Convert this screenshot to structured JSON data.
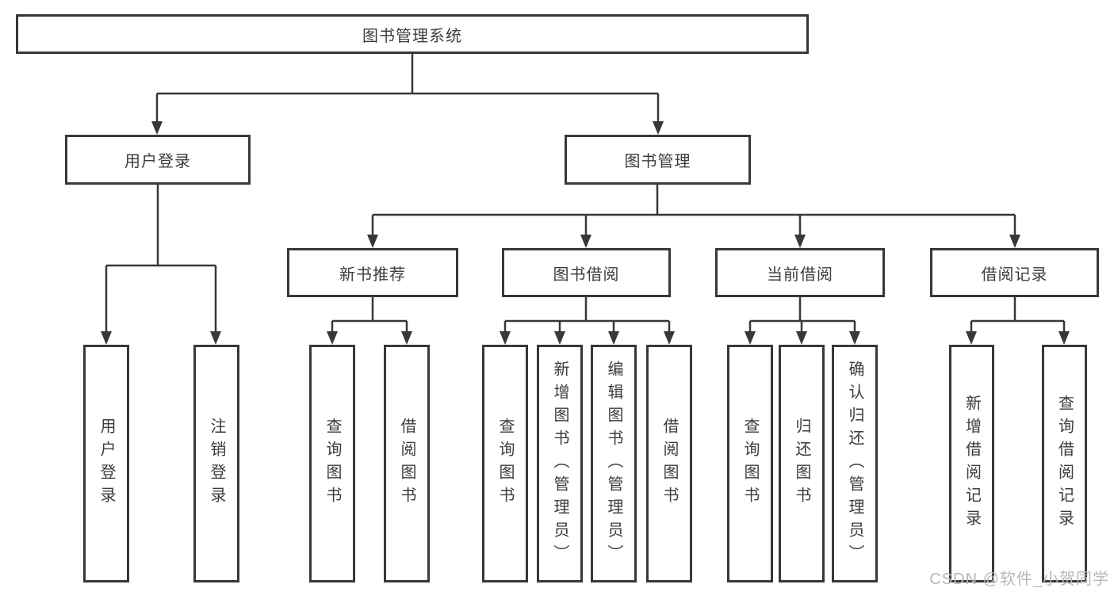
{
  "diagram": {
    "title": "图书管理系统",
    "branches": [
      {
        "label": "用户登录",
        "children": [
          {
            "label": "用户登录"
          },
          {
            "label": "注销登录"
          }
        ]
      },
      {
        "label": "图书管理",
        "children": [
          {
            "label": "新书推荐",
            "children": [
              {
                "label": "查询图书"
              },
              {
                "label": "借阅图书"
              }
            ]
          },
          {
            "label": "图书借阅",
            "children": [
              {
                "label": "查询图书"
              },
              {
                "label": "新增图书（管理员）"
              },
              {
                "label": "编辑图书（管理员）"
              },
              {
                "label": "借阅图书"
              }
            ]
          },
          {
            "label": "当前借阅",
            "children": [
              {
                "label": "查询图书"
              },
              {
                "label": "归还图书"
              },
              {
                "label": "确认归还（管理员）"
              }
            ]
          },
          {
            "label": "借阅记录",
            "children": [
              {
                "label": "新增借阅记录"
              },
              {
                "label": "查询借阅记录"
              }
            ]
          }
        ]
      }
    ]
  },
  "watermark": {
    "text": "CSDN @软件_小贺同学"
  },
  "colors": {
    "line": "#383838",
    "text": "#3c3c3c",
    "background": "#ffffff",
    "watermark": "#b7b7b7"
  }
}
